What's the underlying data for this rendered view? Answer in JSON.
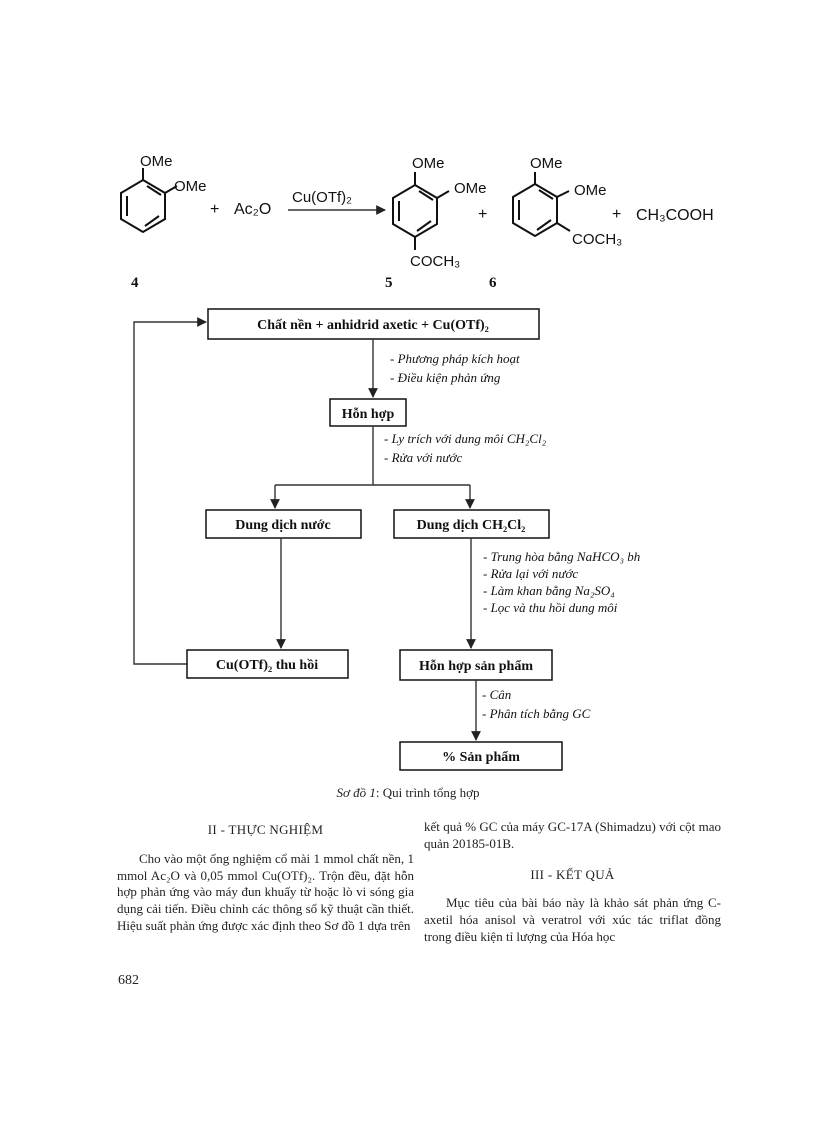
{
  "reaction": {
    "ome_label": "OMe",
    "plus": "+",
    "reagent": "Ac₂O",
    "catalyst": "Cu(OTf)₂",
    "acyl_group": "COCH₃",
    "byproduct": "CH₃COOH",
    "compound_numbers": [
      "4",
      "5",
      "6"
    ]
  },
  "flowchart": {
    "start_box": "Chất nền + anhidrid axetic + Cu(OTf)₂",
    "step1_notes": [
      "- Phương pháp kích hoạt",
      "- Điều kiện phản ứng"
    ],
    "mixture_box": "Hỗn hợp",
    "step2_notes": [
      "- Ly trích với dung môi CH₂Cl₂",
      "- Rửa với nước"
    ],
    "aqueous_box": "Dung dịch nước",
    "organic_box": "Dung dịch CH₂Cl₂",
    "step3_notes": [
      "- Trung hòa bằng NaHCO₃ bh",
      "- Rửa lại với nước",
      "- Làm khan bằng Na₂SO₄",
      "- Lọc và thu hồi dung môi"
    ],
    "recovered_box": "Cu(OTf)₂ thu hồi",
    "product_box": "Hỗn hợp sản phẩm",
    "step4_notes": [
      "- Cân",
      "- Phân tích bằng GC"
    ],
    "yield_box": "% Sản phẩm"
  },
  "caption": {
    "label": "Sơ đồ 1",
    "text": ": Qui trình tổng hợp"
  },
  "left_column": {
    "heading": "II - THỰC NGHIỆM",
    "paragraph": "Cho vào một ống nghiệm cổ mài 1 mmol chất nền, 1 mmol Ac₂O và 0,05 mmol Cu(OTf)₂. Trộn đều, đặt hỗn hợp phản ứng vào máy đun khuấy từ hoặc lò vi sóng gia dụng cải tiến. Điều chỉnh các thông số kỹ thuật cần thiết. Hiệu suất phản ứng được xác định theo Sơ đồ 1 dựa trên"
  },
  "right_column": {
    "continuation": "kết quả % GC của máy GC-17A (Shimadzu) với cột mao quản 20185-01B.",
    "heading": "III - KẾT QUẢ",
    "paragraph": "Mục tiêu của bài báo này là khảo sát phản ứng C-axetil hóa anisol và veratrol với xúc tác triflat đồng trong điều kiện tỉ lượng của Hóa học"
  },
  "page_number": "682"
}
